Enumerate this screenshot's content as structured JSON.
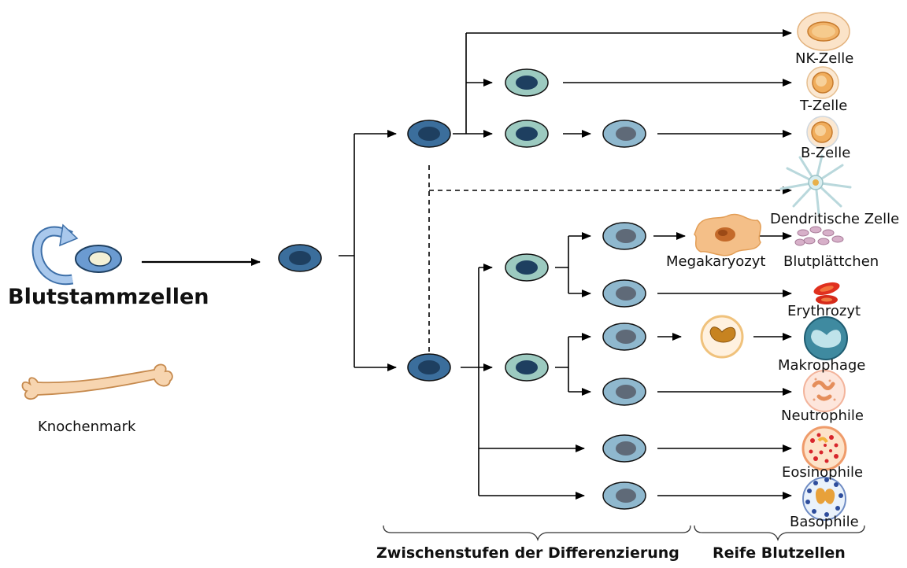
{
  "title": "Blutstammzellen",
  "bone_label": "Knochenmark",
  "mature_cells": {
    "nk": "NK-Zelle",
    "t": "T-Zelle",
    "b": "B-Zelle",
    "dendritic": "Dendritische Zelle",
    "megakaryocyte": "Megakaryozyt",
    "platelets": "Blutplättchen",
    "erythrocyte": "Erythrozyt",
    "macrophage": "Makrophage",
    "neutrophil": "Neutrophile",
    "eosinophil": "Eosinophile",
    "basophil": "Basophile"
  },
  "footer": {
    "intermediate": "Zwischenstufen der Differenzierung",
    "mature": "Reife Blutzellen"
  },
  "colors": {
    "stem_dark": "#3b6e9c",
    "nucleus_dark": "#1e3f60",
    "progenitor_teal": "#9ccac0",
    "precursor_blue": "#8fb8ce",
    "nucleus_grey": "#5f6a78",
    "bone": "#f7d5b0"
  }
}
